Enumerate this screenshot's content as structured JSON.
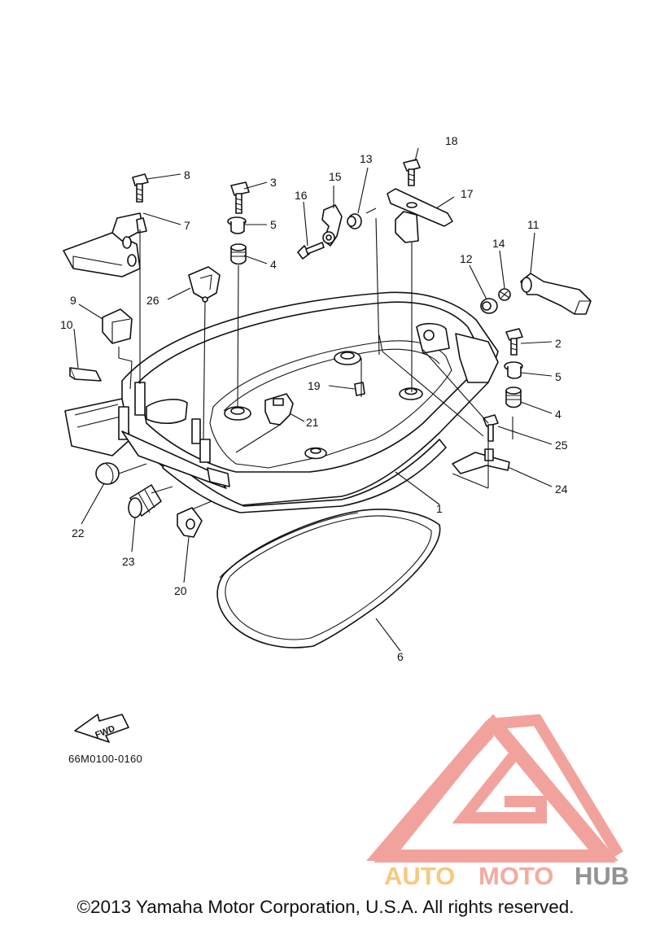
{
  "diagram": {
    "callouts": [
      "1",
      "2",
      "3",
      "4",
      "4",
      "5",
      "5",
      "6",
      "7",
      "8",
      "9",
      "10",
      "11",
      "12",
      "13",
      "14",
      "15",
      "16",
      "17",
      "18",
      "19",
      "20",
      "21",
      "22",
      "23",
      "24",
      "25",
      "26"
    ],
    "fwd_label": "FWD",
    "diagram_code": "66M0100-0160"
  },
  "watermark": {
    "brand_part_a": "AUTO",
    "brand_part_b": "MOTO",
    "brand_part_c": "HUB",
    "colors": {
      "auto": "#f6c77a",
      "moto": "#f4a79a",
      "hub": "#8e8e8e",
      "triangle": "#f29e98"
    }
  },
  "footer": {
    "copyright": "©2013 Yamaha Motor Corporation, U.S.A. All rights reserved."
  }
}
